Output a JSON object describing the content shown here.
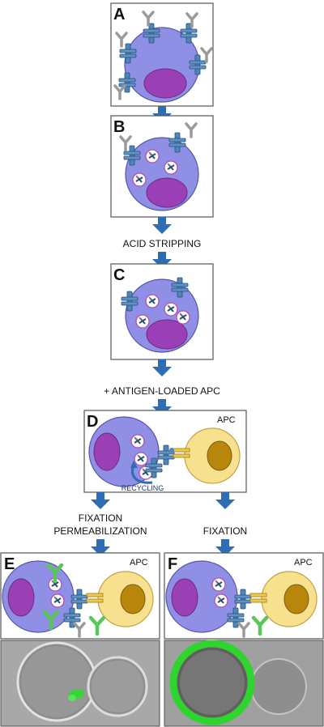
{
  "panels": {
    "a": {
      "letter": "A"
    },
    "b": {
      "letter": "B"
    },
    "c": {
      "letter": "C"
    },
    "d": {
      "letter": "D",
      "apc_label": "APC",
      "recycling_label": "RECYCLING"
    },
    "e": {
      "letter": "E",
      "apc_label": "APC"
    },
    "f": {
      "letter": "F",
      "apc_label": "APC"
    }
  },
  "steps": {
    "acid_stripping": "ACID STRIPPING",
    "antigen_apc": "+ ANTIGEN-LOADED APC",
    "fixation_perm_line1": "FIXATION",
    "fixation_perm_line2": "PERMEABILIZATION",
    "fixation": "FIXATION"
  },
  "colors": {
    "t_cell_body": "#8f8fe6",
    "nucleus": "#9b3fb6",
    "receptor": "#4f86b8",
    "antibody_gray": "#9a9a9a",
    "antibody_green": "#58c758",
    "apc_body": "#f7e18f",
    "apc_nucleus": "#b8860b",
    "arrow": "#2e6db3"
  },
  "icons": [
    "down-arrow-icon",
    "receptor-icon",
    "antibody-icon",
    "vesicle-icon"
  ]
}
